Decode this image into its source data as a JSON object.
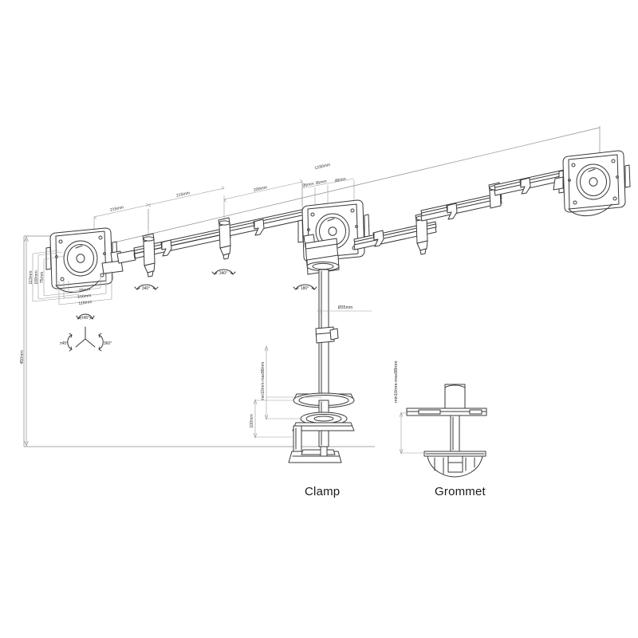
{
  "drawing": {
    "title": "Triple monitor desk mount dimensional drawing",
    "stroke_color": "#3a3a3a",
    "dim_line_color": "#7a7a7a",
    "label_color": "#333333",
    "background": "#ffffff"
  },
  "captions": {
    "clamp": "Clamp",
    "grommet": "Grommet"
  },
  "dimensions": {
    "overall_width": "1330mm",
    "arm_left_outer": "215mm",
    "arm_left_inner": "215mm",
    "arm_center": "200mm",
    "hub_a": "35mm",
    "hub_b": "35mm",
    "hub_c": "48mm",
    "overall_height": "450mm",
    "pole_diameter": "Ø35mm",
    "pole_height": "100mm",
    "clamp_thickness": "min10mm-max88mm",
    "grommet_thickness": "min10mm-max88mm"
  },
  "vesa": {
    "v_113": "113mm",
    "v_100": "100mm",
    "v_75": "75mm",
    "h_75": "75mm",
    "h_100": "100mm",
    "h_116": "116mm"
  },
  "angles": {
    "tilt_top": "(±45°)",
    "swivel_left": "±45°",
    "rotate_right": "360°",
    "arm_left": "340°",
    "arm_mid": "340°",
    "arm_center_pivot": "180°"
  }
}
